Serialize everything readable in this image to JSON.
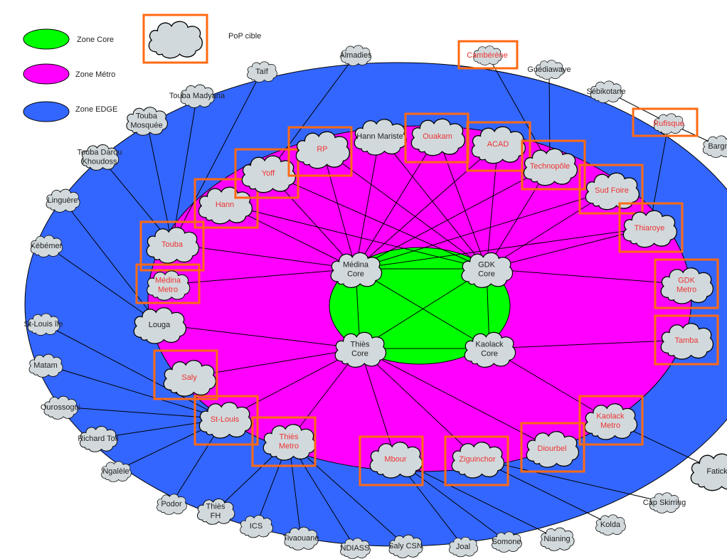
{
  "colors": {
    "core": "#00ff00",
    "metro": "#ff00ff",
    "edge": "#3366ff",
    "cloud": "#d1d9dc",
    "target_box": "#ff6a13",
    "target_text": "#ee3333",
    "normal_text": "#222222",
    "link": "#000000"
  },
  "legend": {
    "core_label": "Zone Core",
    "metro_label": "Zone Métro",
    "edge_label": "Zone EDGE",
    "target_label": "PoP cible"
  },
  "nodes": [
    {
      "id": "medina-core",
      "label": [
        "Médina",
        "Core"
      ],
      "zone": "core",
      "target": false
    },
    {
      "id": "gdk-core",
      "label": [
        "GDK",
        "Core"
      ],
      "zone": "core",
      "target": false
    },
    {
      "id": "thies-core",
      "label": [
        "Thiès",
        "Core"
      ],
      "zone": "core",
      "target": false
    },
    {
      "id": "kaolack-core",
      "label": [
        "Kaolack",
        "Core"
      ],
      "zone": "core",
      "target": false
    },
    {
      "id": "touba",
      "label": [
        "Touba"
      ],
      "zone": "metro",
      "target": true
    },
    {
      "id": "medina-metro",
      "label": [
        "Médina",
        "Metro"
      ],
      "zone": "metro",
      "target": true
    },
    {
      "id": "hann",
      "label": [
        "Hann"
      ],
      "zone": "metro",
      "target": true
    },
    {
      "id": "yoff",
      "label": [
        "Yoff"
      ],
      "zone": "metro",
      "target": true
    },
    {
      "id": "rp",
      "label": [
        "RP"
      ],
      "zone": "metro",
      "target": true
    },
    {
      "id": "hann-mariste",
      "label": [
        "Hann Mariste"
      ],
      "zone": "metro",
      "target": false
    },
    {
      "id": "ouakam",
      "label": [
        "Ouakam"
      ],
      "zone": "metro",
      "target": true
    },
    {
      "id": "acad",
      "label": [
        "ACAD"
      ],
      "zone": "metro",
      "target": true
    },
    {
      "id": "technopole",
      "label": [
        "Technopôle"
      ],
      "zone": "metro",
      "target": true
    },
    {
      "id": "sud-foire",
      "label": [
        "Sud Foire"
      ],
      "zone": "metro",
      "target": true
    },
    {
      "id": "thiaroye",
      "label": [
        "Thiaroye"
      ],
      "zone": "metro",
      "target": true
    },
    {
      "id": "gdk-metro",
      "label": [
        "GDK",
        "Metro"
      ],
      "zone": "metro",
      "target": true
    },
    {
      "id": "tamba",
      "label": [
        "Tamba"
      ],
      "zone": "metro",
      "target": true
    },
    {
      "id": "kaolack-metro",
      "label": [
        "Kaolack",
        "Metro"
      ],
      "zone": "metro",
      "target": true
    },
    {
      "id": "diourbel",
      "label": [
        "Diourbel"
      ],
      "zone": "metro",
      "target": true
    },
    {
      "id": "ziguinchor",
      "label": [
        "Ziguinchor"
      ],
      "zone": "metro",
      "target": true
    },
    {
      "id": "mbour",
      "label": [
        "Mbour"
      ],
      "zone": "metro",
      "target": true
    },
    {
      "id": "thies-metro",
      "label": [
        "Thiès",
        "Metro"
      ],
      "zone": "metro",
      "target": true
    },
    {
      "id": "st-louis",
      "label": [
        "St-Louis"
      ],
      "zone": "metro",
      "target": true
    },
    {
      "id": "saly",
      "label": [
        "Saly"
      ],
      "zone": "metro",
      "target": true
    },
    {
      "id": "louga",
      "label": [
        "Louga"
      ],
      "zone": "metro",
      "target": false
    },
    {
      "id": "almadies",
      "label": [
        "Almadies"
      ],
      "zone": "edge",
      "target": false
    },
    {
      "id": "camberene",
      "label": [
        "Cambérène"
      ],
      "zone": "edge",
      "target": true
    },
    {
      "id": "guediawaye",
      "label": [
        "Guédiawaye"
      ],
      "zone": "edge",
      "target": false
    },
    {
      "id": "sebikotane",
      "label": [
        "Sébikotane"
      ],
      "zone": "edge",
      "target": false
    },
    {
      "id": "rufisque",
      "label": [
        "Rufisque"
      ],
      "zone": "edge",
      "target": true
    },
    {
      "id": "bargny",
      "label": [
        "Bargn"
      ],
      "zone": "edge",
      "target": false
    },
    {
      "id": "taif",
      "label": [
        "Taïf"
      ],
      "zone": "edge",
      "target": false
    },
    {
      "id": "touba-madyana",
      "label": [
        "Touba Madyana"
      ],
      "zone": "edge",
      "target": false
    },
    {
      "id": "touba-mosquee",
      "label": [
        "Touba",
        "Mosquée"
      ],
      "zone": "edge",
      "target": false
    },
    {
      "id": "touba-darou-khoudoss",
      "label": [
        "Touba Darou",
        "Khoudoss"
      ],
      "zone": "edge",
      "target": false
    },
    {
      "id": "linguere",
      "label": [
        "Linguère"
      ],
      "zone": "edge",
      "target": false
    },
    {
      "id": "kebemer",
      "label": [
        "Kébémer"
      ],
      "zone": "edge",
      "target": false
    },
    {
      "id": "st-louis-ile",
      "label": [
        "St-Louis île"
      ],
      "zone": "edge",
      "target": false
    },
    {
      "id": "matam",
      "label": [
        "Matam"
      ],
      "zone": "edge",
      "target": false
    },
    {
      "id": "ourossogui",
      "label": [
        "Ourossogui"
      ],
      "zone": "edge",
      "target": false
    },
    {
      "id": "richard-toll",
      "label": [
        "Richard Toll"
      ],
      "zone": "edge",
      "target": false
    },
    {
      "id": "ngalele",
      "label": [
        "Ngalèle"
      ],
      "zone": "edge",
      "target": false
    },
    {
      "id": "podor",
      "label": [
        "Podor"
      ],
      "zone": "edge",
      "target": false
    },
    {
      "id": "thies-fh",
      "label": [
        "Thiès",
        "FH"
      ],
      "zone": "edge",
      "target": false
    },
    {
      "id": "ics",
      "label": [
        "ICS"
      ],
      "zone": "edge",
      "target": false
    },
    {
      "id": "tivaouane",
      "label": [
        "Tivaouane"
      ],
      "zone": "edge",
      "target": false
    },
    {
      "id": "ndiass",
      "label": [
        "NDIASS"
      ],
      "zone": "edge",
      "target": false
    },
    {
      "id": "saly-csn",
      "label": [
        "Saly CSN"
      ],
      "zone": "edge",
      "target": false
    },
    {
      "id": "joal",
      "label": [
        "Joal"
      ],
      "zone": "edge",
      "target": false
    },
    {
      "id": "somone",
      "label": [
        "Somone"
      ],
      "zone": "edge",
      "target": false
    },
    {
      "id": "nianing",
      "label": [
        "Nianing"
      ],
      "zone": "edge",
      "target": false
    },
    {
      "id": "kolda",
      "label": [
        "Kolda"
      ],
      "zone": "edge",
      "target": false
    },
    {
      "id": "cap-skirring",
      "label": [
        "Cap Skirring"
      ],
      "zone": "edge",
      "target": false
    },
    {
      "id": "fatick",
      "label": [
        "Fatick"
      ],
      "zone": "edge",
      "target": false
    }
  ],
  "links": [
    [
      "medina-core",
      "gdk-core"
    ],
    [
      "medina-core",
      "thies-core"
    ],
    [
      "medina-core",
      "kaolack-core"
    ],
    [
      "gdk-core",
      "thies-core"
    ],
    [
      "gdk-core",
      "kaolack-core"
    ],
    [
      "thies-core",
      "kaolack-core"
    ],
    [
      "touba",
      "medina-core"
    ],
    [
      "medina-metro",
      "medina-core"
    ],
    [
      "hann",
      "medina-core"
    ],
    [
      "hann",
      "gdk-core"
    ],
    [
      "yoff",
      "medina-core"
    ],
    [
      "yoff",
      "gdk-core"
    ],
    [
      "rp",
      "medina-core"
    ],
    [
      "rp",
      "gdk-core"
    ],
    [
      "hann-mariste",
      "medina-core"
    ],
    [
      "hann-mariste",
      "gdk-core"
    ],
    [
      "ouakam",
      "medina-core"
    ],
    [
      "ouakam",
      "gdk-core"
    ],
    [
      "acad",
      "medina-core"
    ],
    [
      "acad",
      "gdk-core"
    ],
    [
      "technopole",
      "medina-core"
    ],
    [
      "technopole",
      "gdk-core"
    ],
    [
      "sud-foire",
      "medina-core"
    ],
    [
      "sud-foire",
      "gdk-core"
    ],
    [
      "thiaroye",
      "medina-core"
    ],
    [
      "thiaroye",
      "gdk-core"
    ],
    [
      "gdk-metro",
      "gdk-core"
    ],
    [
      "tamba",
      "kaolack-core"
    ],
    [
      "kaolack-metro",
      "kaolack-core"
    ],
    [
      "diourbel",
      "thies-core"
    ],
    [
      "ziguinchor",
      "thies-core"
    ],
    [
      "mbour",
      "thies-core"
    ],
    [
      "thies-metro",
      "thies-core"
    ],
    [
      "st-louis",
      "thies-core"
    ],
    [
      "saly",
      "thies-core"
    ],
    [
      "louga",
      "thies-core"
    ],
    [
      "almadies",
      "yoff"
    ],
    [
      "camberene",
      "technopole"
    ],
    [
      "guediawaye",
      "technopole"
    ],
    [
      "sebikotane",
      "rufisque"
    ],
    [
      "rufisque",
      "thiaroye"
    ],
    [
      "rufisque",
      "bargny"
    ],
    [
      "taif",
      "touba"
    ],
    [
      "touba-madyana",
      "touba"
    ],
    [
      "touba-mosquee",
      "touba"
    ],
    [
      "touba-darou-khoudoss",
      "touba"
    ],
    [
      "linguere",
      "louga"
    ],
    [
      "kebemer",
      "louga"
    ],
    [
      "st-louis-ile",
      "st-louis"
    ],
    [
      "matam",
      "st-louis"
    ],
    [
      "ourossogui",
      "st-louis"
    ],
    [
      "richard-toll",
      "st-louis"
    ],
    [
      "ngalele",
      "st-louis"
    ],
    [
      "podor",
      "st-louis"
    ],
    [
      "thies-fh",
      "thies-metro"
    ],
    [
      "ics",
      "thies-metro"
    ],
    [
      "tivaouane",
      "thies-metro"
    ],
    [
      "ndiass",
      "thies-metro"
    ],
    [
      "saly-csn",
      "thies-metro"
    ],
    [
      "joal",
      "mbour"
    ],
    [
      "somone",
      "mbour"
    ],
    [
      "nianing",
      "mbour"
    ],
    [
      "kolda",
      "ziguinchor"
    ],
    [
      "cap-skirring",
      "ziguinchor"
    ],
    [
      "fatick",
      "kaolack-metro"
    ]
  ]
}
